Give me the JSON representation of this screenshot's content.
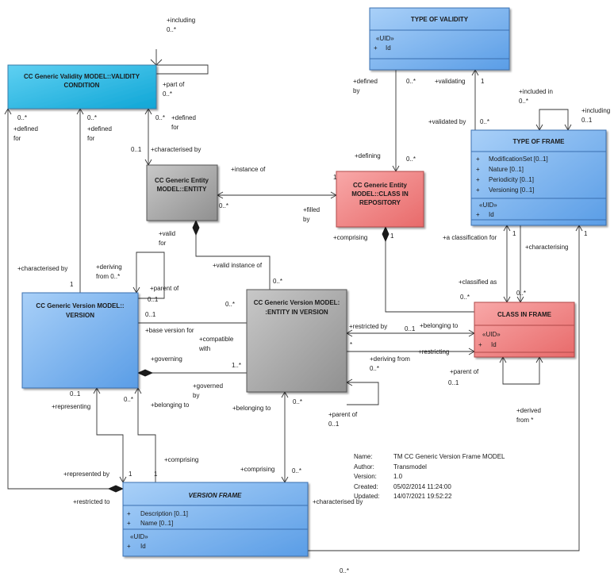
{
  "classes": {
    "validity_condition": {
      "title_line1": "CC Generic Validity MODEL::VALIDITY",
      "title_line2": "CONDITION"
    },
    "type_of_validity": {
      "title": "TYPE OF VALIDITY",
      "stereotype": "«UID»",
      "attr_prefix": "+",
      "attr": "Id"
    },
    "entity": {
      "title_line1": "CC Generic Entity",
      "title_line2": "MODEL::ENTITY"
    },
    "class_in_repository": {
      "title_line1": "CC Generic Entity",
      "title_line2": "MODEL::CLASS IN",
      "title_line3": "REPOSITORY"
    },
    "type_of_frame": {
      "title": "TYPE OF FRAME",
      "attrs": [
        "ModificationSet [0..1]",
        "Nature [0..1]",
        "Periodicity [0..1]",
        "Versioning [0..1]"
      ],
      "attr_prefix": "+",
      "stereotype": "«UID»",
      "uid_attr": "Id"
    },
    "version": {
      "title_line1": "CC Generic Version MODEL::",
      "title_line2": "VERSION"
    },
    "entity_in_version": {
      "title_line1": "CC Generic Version MODEL:",
      "title_line2": ":ENTITY IN VERSION"
    },
    "class_in_frame": {
      "title": "CLASS IN FRAME",
      "stereotype": "«UID»",
      "attr_prefix": "+",
      "attr": "Id"
    },
    "version_frame": {
      "title": "VERSION FRAME",
      "attrs": [
        "Description [0..1]",
        "Name [0..1]"
      ],
      "attr_prefix": "+",
      "stereotype": "«UID»",
      "uid_attr": "Id"
    }
  },
  "labels": {
    "l01": "+including",
    "l02": "0..*",
    "l03": "+part of",
    "l04": "0..*",
    "l05": "0..*",
    "l06": "+defined",
    "l07": "for",
    "l08": "0..*",
    "l09": "+defined",
    "l10": "for",
    "l11": "0..*",
    "l12": "+defined",
    "l13": "for",
    "l14": "0..1",
    "l15": "+characterised by",
    "l16": "+defined",
    "l17": "by",
    "l18": "0..*",
    "l19": "+validating",
    "l20": "1",
    "l21": "+validated by",
    "l22": "0..*",
    "l23": "+included in",
    "l24": "0..*",
    "l25": "+including",
    "l26": "0..1",
    "l27": "+defining",
    "l28": "0..*",
    "l29": "+instance  of",
    "l30": "1",
    "l31": "0..*",
    "l32": "+filled",
    "l33": "by",
    "l34": "+comprising",
    "l35": "1",
    "l36": "+a classification for",
    "l37": "1",
    "l38": "+characterising",
    "l39": "1",
    "l40": "+classified as",
    "l41": "0..*",
    "l42": "0..*",
    "l43": "+valid",
    "l44": "for",
    "l45": "+characterised by",
    "l46": "1",
    "l47": "+deriving",
    "l48": "from 0..*",
    "l49": "+parent of",
    "l50": "0..1",
    "l51": "+valid instance of",
    "l52": "0..*",
    "l53": "0..*",
    "l54": "0..1",
    "l55": "+base version for",
    "l56": "+compatible",
    "l57": "with",
    "l58": "+governing",
    "l59": "1..*",
    "l60": "+restricted by",
    "l61": "*",
    "l62": "+belonging to",
    "l63": "0..1",
    "l64": "+restricting",
    "l65": "+deriving from",
    "l66": "0..*",
    "l67": "+parent of",
    "l68": "0..1",
    "l69": "+governed",
    "l70": "by",
    "l71": "0..1",
    "l72": "0..*",
    "l73": "+representing",
    "l74": "+belonging to",
    "l75": "+belonging to",
    "l76": "0..*",
    "l77": "+parent of",
    "l78": "0..1",
    "l79": "+derived",
    "l80": "from *",
    "l81": "+comprising",
    "l82": "+represented by",
    "l83": "1",
    "l84": "1",
    "l85": "+comprising",
    "l86": "0..*",
    "l87": "+restricted to",
    "l88": "+characterised by",
    "l89": "0..*"
  },
  "metadata": {
    "name_label": "Name:",
    "name": "TM CC Generic Version Frame MODEL",
    "author_label": "Author:",
    "author": "Transmodel",
    "version_label": "Version:",
    "version": "1.0",
    "created_label": "Created:",
    "created": "05/02/2014 11:24:00",
    "updated_label": "Updated:",
    "updated": "14/07/2021 19:52:22"
  },
  "colors": {
    "validity_condition_fill": "#1fb4e0",
    "blue_class_fill": "#7ab4ec",
    "grey_class_fill": "#a9a9a9",
    "red_class_fill": "#f08080",
    "line": "#333333"
  }
}
